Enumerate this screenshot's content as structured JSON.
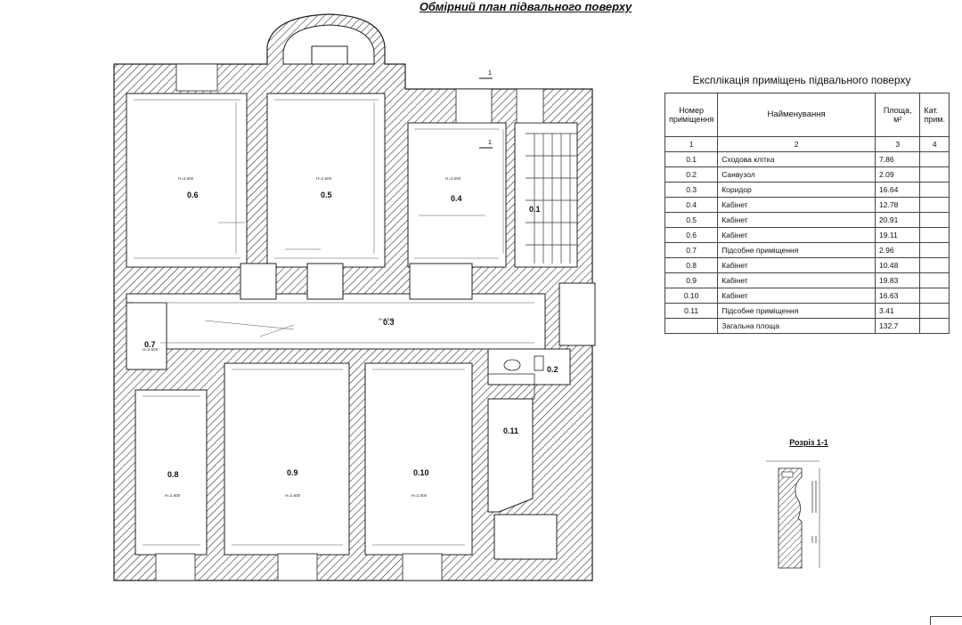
{
  "title": "Обмірний план підвального поверху",
  "rooms": [
    {
      "id": "0.1"
    },
    {
      "id": "0.2"
    },
    {
      "id": "0.3"
    },
    {
      "id": "0.4"
    },
    {
      "id": "0.5"
    },
    {
      "id": "0.6"
    },
    {
      "id": "0.7"
    },
    {
      "id": "0.8"
    },
    {
      "id": "0.9"
    },
    {
      "id": "0.10"
    },
    {
      "id": "0.11"
    }
  ],
  "explication": {
    "title": "Експлікація приміщень підвального поверху",
    "headers": {
      "number": "Номер приміщення",
      "name": "Найменування",
      "area": "Площа, м²",
      "category": "Кат. прим."
    },
    "index_row": [
      "1",
      "2",
      "3",
      "4"
    ],
    "rows": [
      {
        "num": "0.1",
        "name": "Сходова клітка",
        "area": "7.86"
      },
      {
        "num": "0.2",
        "name": "Санвузол",
        "area": "2.09"
      },
      {
        "num": "0.3",
        "name": "Коридор",
        "area": "16.64"
      },
      {
        "num": "0.4",
        "name": "Кабінет",
        "area": "12.78"
      },
      {
        "num": "0.5",
        "name": "Кабінет",
        "area": "20.91"
      },
      {
        "num": "0.6",
        "name": "Кабінет",
        "area": "19.11"
      },
      {
        "num": "0.7",
        "name": "Підсобне приміщення",
        "area": "2.96"
      },
      {
        "num": "0.8",
        "name": "Кабінет",
        "area": "10.48"
      },
      {
        "num": "0.9",
        "name": "Кабінет",
        "area": "19.83"
      },
      {
        "num": "0.10",
        "name": "Кабінет",
        "area": "16.63"
      },
      {
        "num": "0.11",
        "name": "Підсобне приміщення",
        "area": "3.41"
      }
    ],
    "total_label": "Загальна площа",
    "total_area": "132.7"
  },
  "section_label": "Розріз 1-1",
  "section_marks": [
    "1",
    "1"
  ]
}
